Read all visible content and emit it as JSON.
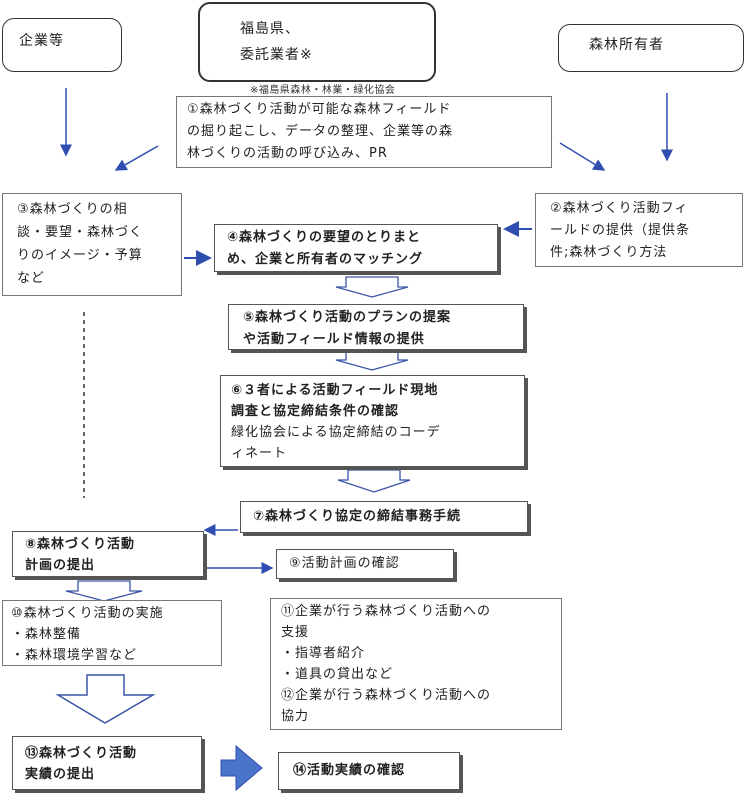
{
  "top": {
    "kigyou": "企業等",
    "fukushima": [
      "福島県、",
      "委託業者※"
    ],
    "owner": "森林所有者",
    "note": "※福島県森林・林業・緑化協会"
  },
  "steps": {
    "s1": [
      "①森林づくり活動が可能な森林フィールド",
      "の掘り起こし、データの整理、企業等の森",
      "林づくりの活動の呼び込み、PR"
    ],
    "s2": [
      "②森林づくり活動フィ",
      "ールドの提供（提供条",
      "件;森林づくり方法"
    ],
    "s3": [
      "③森林づくりの相",
      "談・要望・森林づく",
      "りのイメージ・予算",
      "など"
    ],
    "s4": [
      "④森林づくりの要望のとりまと",
      "め、企業と所有者のマッチング"
    ],
    "s5": [
      "⑤森林づくり活動のプランの提案",
      "や活動フィールド情報の提供"
    ],
    "s6": [
      "⑥３者による活動フィールド現地",
      "調査と協定締結条件の確認",
      "緑化協会による協定締結のコーデ",
      "ィネート"
    ],
    "s7": "⑦森林づくり協定の締結事務手続",
    "s8": [
      "⑧森林づくり活動",
      "計画の提出"
    ],
    "s9": "⑨活動計画の確認",
    "s10": [
      "⑩森林づくり活動の実施",
      "・森林整備",
      "・森林環境学習など"
    ],
    "s11": [
      "⑪企業が行う森林づくり活動への",
      "支援",
      "・指導者紹介",
      "・道具の貸出など",
      "⑫企業が行う森林づくり活動への",
      "協力"
    ],
    "s13": [
      "⑬森林づくり活動",
      "実績の提出"
    ],
    "s14": "⑭活動実績の確認"
  }
}
